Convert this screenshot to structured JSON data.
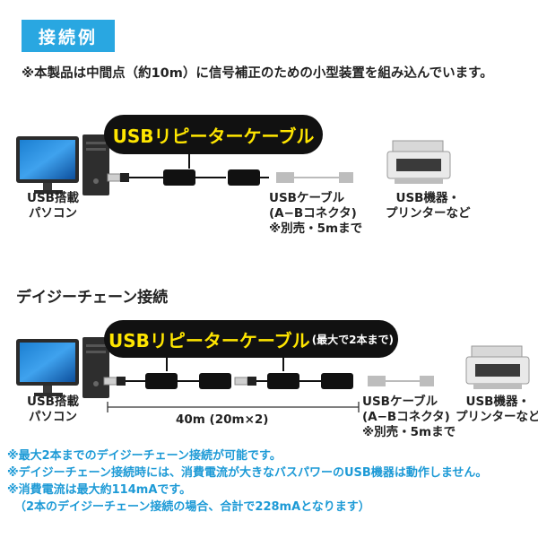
{
  "badge": "接続例",
  "note": "※本製品は中間点（約10m）に信号補正のための小型装置を組み込んでいます。",
  "diagram1": {
    "cable_title": "USBリピーターケーブル",
    "pc_label": [
      "USB搭載",
      "パソコン"
    ],
    "usb_cable_label": [
      "USBケーブル",
      "(A−Bコネクタ)",
      "※別売・5mまで"
    ],
    "device_label": [
      "USB機器・",
      "プリンターなど"
    ]
  },
  "section_title": "デイジーチェーン接続",
  "diagram2": {
    "cable_title": "USBリピーターケーブル",
    "cable_note": "(最大で2本まで)",
    "pc_label": [
      "USB搭載",
      "パソコン"
    ],
    "length_label": "40m (20m×2)",
    "usb_cable_label": [
      "USBケーブル",
      "(A−Bコネクタ)",
      "※別売・5mまで"
    ],
    "device_label": [
      "USB機器・",
      "プリンターなど"
    ]
  },
  "footnotes": [
    "※最大2本までのデイジーチェーン接続が可能です。",
    "※デイジーチェーン接続時には、消費電流が大きなバスパワーのUSB機器は動作しません。",
    "※消費電流は最大約114mAです。",
    "（2本のデイジーチェーン接続の場合、合計で228mAとなります）"
  ],
  "colors": {
    "accent": "#29a7e1",
    "pill_bg": "#111111",
    "pill_text": "#ffe600",
    "footnote": "#1d9ad6"
  }
}
